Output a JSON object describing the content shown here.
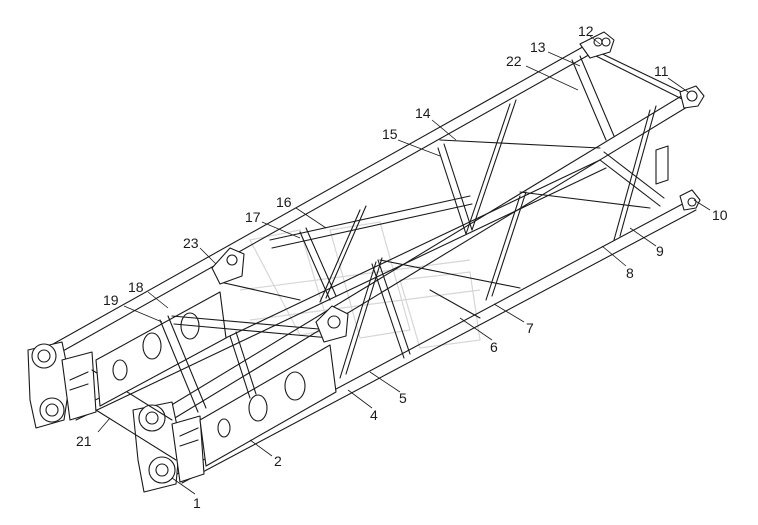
{
  "diagram": {
    "callouts": [
      {
        "id": "c1",
        "text": "1"
      },
      {
        "id": "c2",
        "text": "2"
      },
      {
        "id": "c4",
        "text": "4"
      },
      {
        "id": "c5",
        "text": "5"
      },
      {
        "id": "c6",
        "text": "6"
      },
      {
        "id": "c7",
        "text": "7"
      },
      {
        "id": "c8",
        "text": "8"
      },
      {
        "id": "c9",
        "text": "9"
      },
      {
        "id": "c10",
        "text": "10"
      },
      {
        "id": "c11",
        "text": "11"
      },
      {
        "id": "c12",
        "text": "12"
      },
      {
        "id": "c13",
        "text": "13"
      },
      {
        "id": "c14",
        "text": "14"
      },
      {
        "id": "c15",
        "text": "15"
      },
      {
        "id": "c16",
        "text": "16"
      },
      {
        "id": "c17",
        "text": "17"
      },
      {
        "id": "c18",
        "text": "18"
      },
      {
        "id": "c19",
        "text": "19"
      },
      {
        "id": "c21",
        "text": "21"
      },
      {
        "id": "c22",
        "text": "22"
      },
      {
        "id": "c23",
        "text": "23"
      }
    ]
  }
}
